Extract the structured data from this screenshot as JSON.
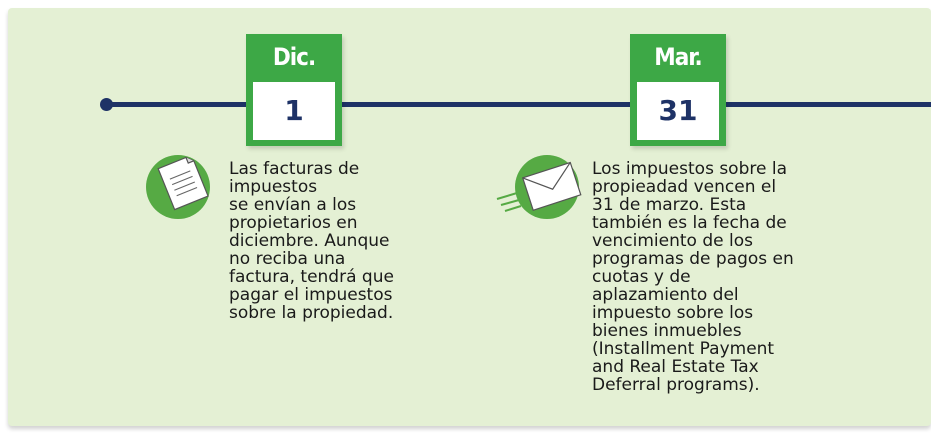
{
  "events": [
    {
      "month": "Dic.",
      "day": "1",
      "icon": "document-icon",
      "text": "Las facturas de impuestos\nse envían a los propietarios en diciembre. Aunque no reciba una factura, tendrá que pagar el impuestos sobre la propiedad."
    },
    {
      "month": "Mar.",
      "day": "31",
      "icon": "envelope-icon",
      "text": "Los impuestos sobre la propieadad vencen el 31 de marzo. Esta también es la fecha de vencimiento de los programas de pagos en cuotas y de aplazamiento del impuesto sobre los bienes inmuebles (Installment Payment and Real Estate Tax Deferral programs)."
    }
  ],
  "colors": {
    "panel": "#e4f0d4",
    "accent_green": "#3da846",
    "timeline_navy": "#1e3266"
  }
}
